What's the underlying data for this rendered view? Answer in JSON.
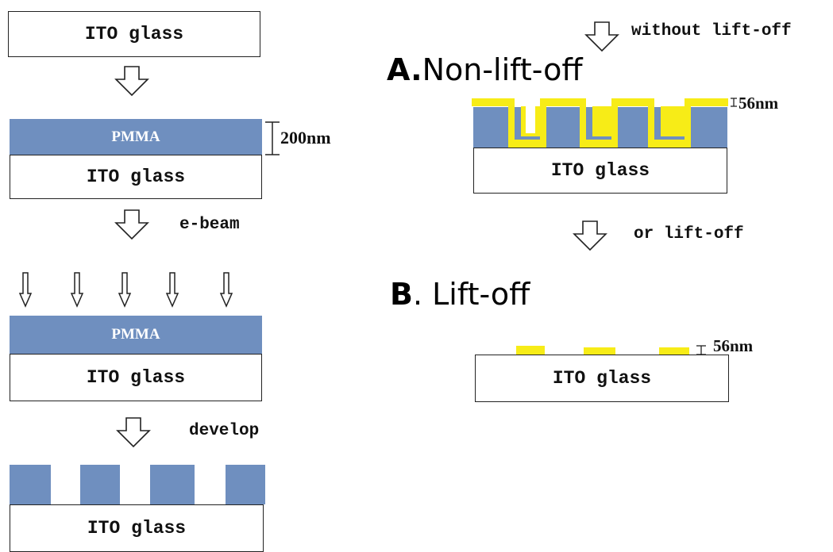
{
  "colors": {
    "pmma": "#6f8fbf",
    "gold": "#f7ec17",
    "outline": "#222222",
    "substrate": "#ffffff"
  },
  "left_column": {
    "step1_substrate": "ITO glass",
    "step2_pmma": "PMMA",
    "step2_thickness": "200nm",
    "step2_substrate": "ITO glass",
    "ebeam_label": "e-beam",
    "step3_pmma": "PMMA",
    "step3_substrate": "ITO glass",
    "develop_label": "develop",
    "step4_substrate": "ITO glass"
  },
  "right_column": {
    "without_label": "without lift-off",
    "heading_a_letter": "A.",
    "heading_a_text": "Non-lift-off",
    "a_thickness": "56nm",
    "a_substrate": "ITO glass",
    "or_label": "or lift-off",
    "heading_b_letter": "B",
    "heading_b_text": ". Lift-off",
    "b_thickness": "56nm",
    "b_substrate": "ITO glass"
  },
  "icons": [
    "down-arrow-icon",
    "electron-beam-arrow-icon",
    "dimension-bracket-icon"
  ]
}
